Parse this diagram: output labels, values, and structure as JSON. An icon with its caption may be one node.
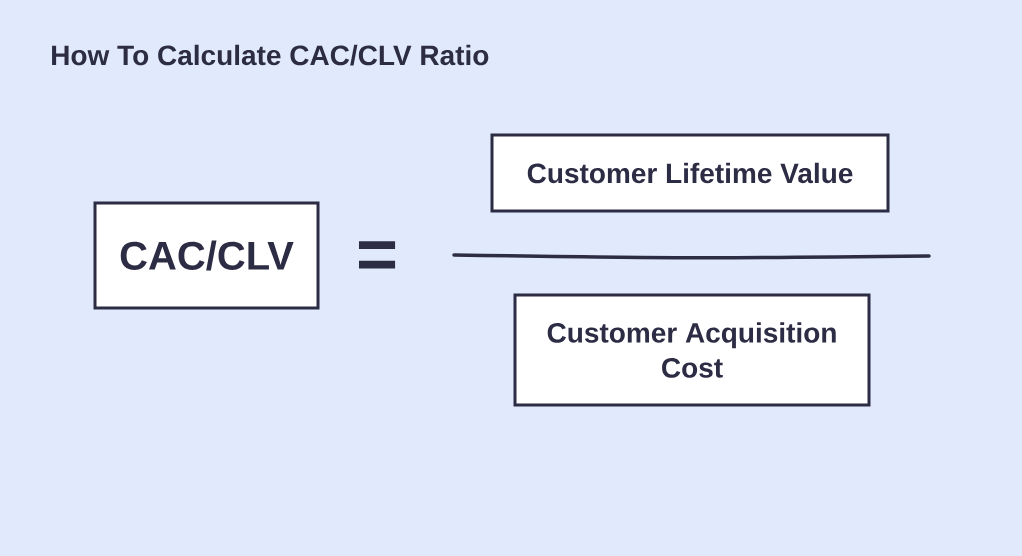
{
  "diagram": {
    "title": "How To Calculate CAC/CLV Ratio",
    "nodes": [
      {
        "text": [
          "CAC/CLV"
        ]
      },
      {
        "text": [
          "Customer Lifetime Value"
        ]
      },
      {
        "text": [
          "Customer Acquisition Cost"
        ]
      }
    ],
    "labels": [
      "="
    ]
  }
}
